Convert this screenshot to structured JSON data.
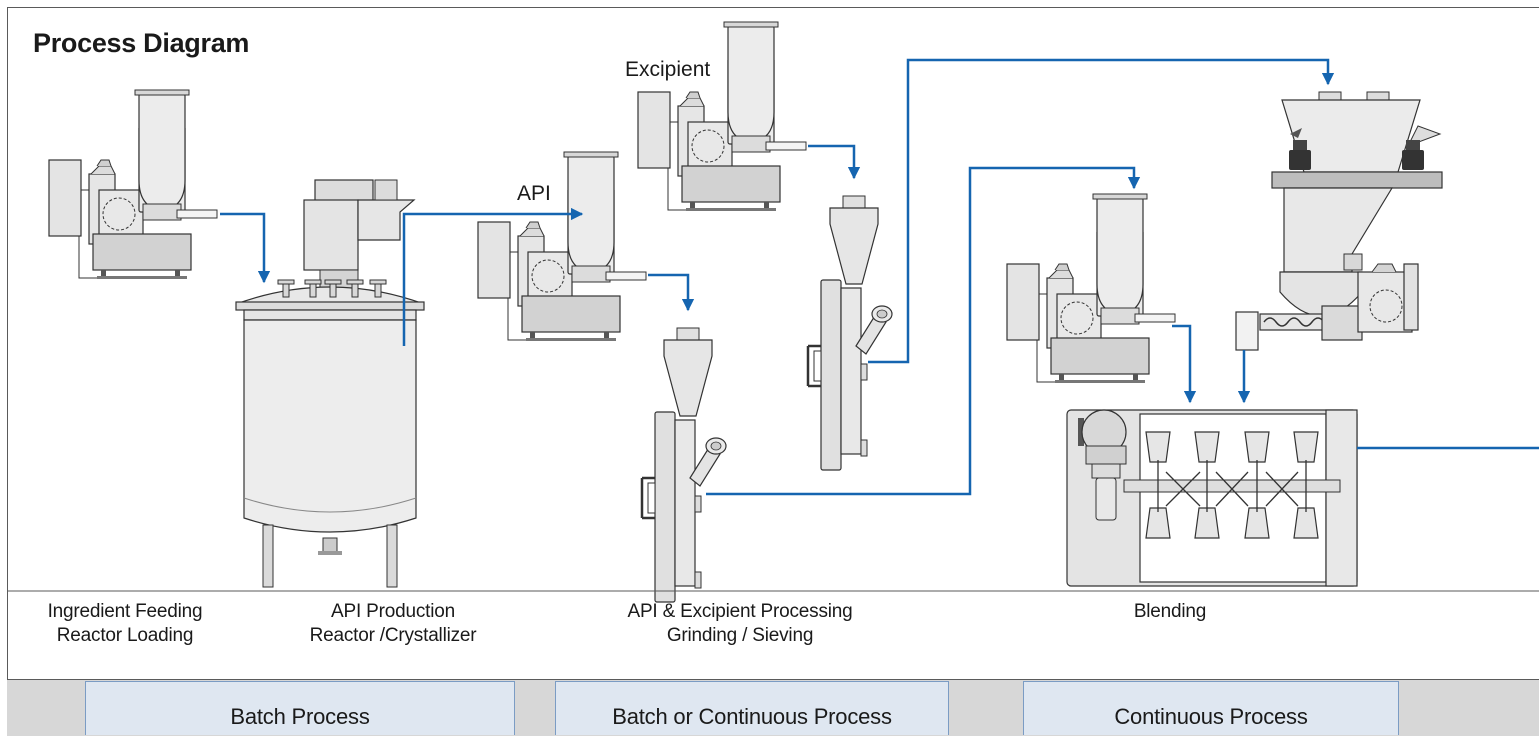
{
  "diagram": {
    "title": "Process Diagram",
    "equipment_labels": {
      "excipient": "Excipient",
      "api": "API"
    },
    "stages": [
      {
        "line1": "Ingredient Feeding",
        "line2": "Reactor Loading"
      },
      {
        "line1": "API Production",
        "line2": "Reactor /Crystallizer"
      },
      {
        "line1": "API & Excipient Processing",
        "line2": "Grinding / Sieving"
      },
      {
        "line1": "Blending",
        "line2": ""
      }
    ],
    "process_modes": [
      {
        "label": "Batch Process"
      },
      {
        "label": "Batch or Continuous Process"
      },
      {
        "label": "Continuous Process"
      }
    ],
    "colors": {
      "flow_line": "#1565b0",
      "equipment_fill": "#e4e4e4",
      "equipment_stroke": "#333333",
      "mode_box": "#dfe7f1",
      "band": "#d7d7d7"
    }
  }
}
